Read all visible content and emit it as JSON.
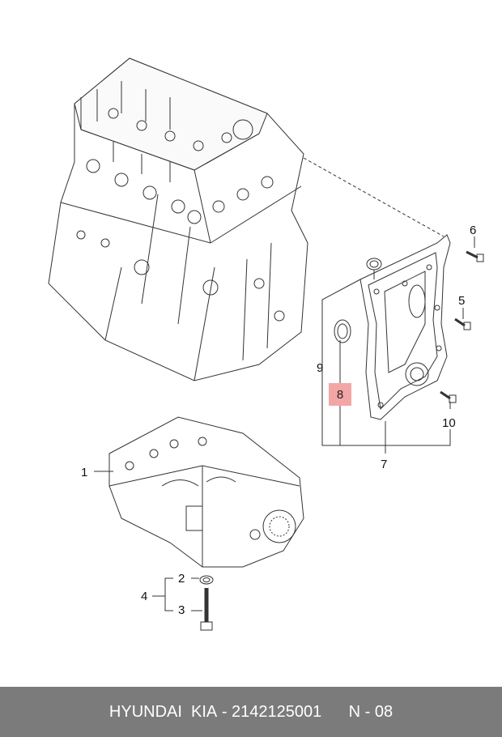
{
  "callouts": {
    "c1": "1",
    "c2": "2",
    "c3": "3",
    "c4": "4",
    "c5": "5",
    "c6": "6",
    "c7": "7",
    "c8": "8",
    "c9": "9",
    "c10": "10"
  },
  "highlight_color": "#f4a6a6",
  "footer": {
    "brand": "HYUNDAI  KIA",
    "part_number": "2142125001",
    "page_code": "N - 08",
    "background": "#7b7b7b"
  }
}
